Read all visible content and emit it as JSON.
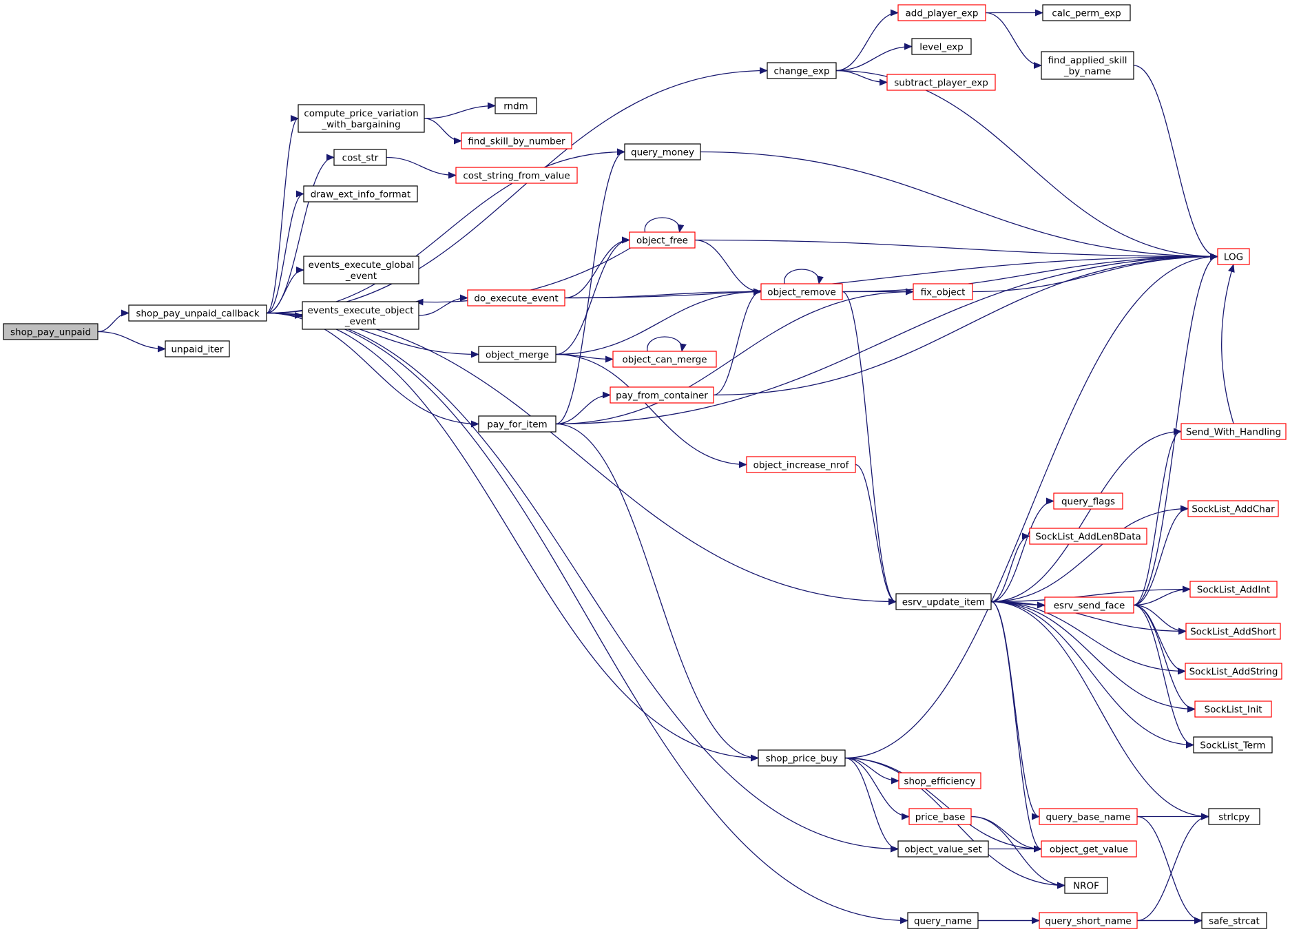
{
  "colors": {
    "edge": "#191970",
    "arrow": "#191970",
    "root_fill": "#bfbfbf",
    "border_default": "#000000",
    "border_truncated": "#ff0000",
    "text": "#000000",
    "background": "#ffffff"
  },
  "nodes": {
    "shop_pay_unpaid": {
      "lines": [
        "shop_pay_unpaid"
      ],
      "style": "root"
    },
    "shop_pay_unpaid_callback": {
      "lines": [
        "shop_pay_unpaid_callback"
      ],
      "style": "default"
    },
    "unpaid_iter": {
      "lines": [
        "unpaid_iter"
      ],
      "style": "default"
    },
    "compute_price_variation_with_bargaining": {
      "lines": [
        "compute_price_variation",
        "_with_bargaining"
      ],
      "style": "default"
    },
    "rndm": {
      "lines": [
        "rndm"
      ],
      "style": "default"
    },
    "find_skill_by_number": {
      "lines": [
        "find_skill_by_number"
      ],
      "style": "truncated"
    },
    "cost_str": {
      "lines": [
        "cost_str"
      ],
      "style": "default"
    },
    "cost_string_from_value": {
      "lines": [
        "cost_string_from_value"
      ],
      "style": "truncated"
    },
    "draw_ext_info_format": {
      "lines": [
        "draw_ext_info_format"
      ],
      "style": "default"
    },
    "events_execute_global_event": {
      "lines": [
        "events_execute_global",
        "_event"
      ],
      "style": "default"
    },
    "events_execute_object_event": {
      "lines": [
        "events_execute_object",
        "_event"
      ],
      "style": "default"
    },
    "do_execute_event": {
      "lines": [
        "do_execute_event"
      ],
      "style": "truncated"
    },
    "query_money": {
      "lines": [
        "query_money"
      ],
      "style": "default"
    },
    "object_free": {
      "lines": [
        "object_free"
      ],
      "style": "truncated"
    },
    "object_merge": {
      "lines": [
        "object_merge"
      ],
      "style": "default"
    },
    "object_can_merge": {
      "lines": [
        "object_can_merge"
      ],
      "style": "truncated"
    },
    "pay_from_container": {
      "lines": [
        "pay_from_container"
      ],
      "style": "truncated"
    },
    "pay_for_item": {
      "lines": [
        "pay_for_item"
      ],
      "style": "default"
    },
    "object_increase_nrof": {
      "lines": [
        "object_increase_nrof"
      ],
      "style": "truncated"
    },
    "change_exp": {
      "lines": [
        "change_exp"
      ],
      "style": "default"
    },
    "add_player_exp": {
      "lines": [
        "add_player_exp"
      ],
      "style": "truncated"
    },
    "level_exp": {
      "lines": [
        "level_exp"
      ],
      "style": "default"
    },
    "subtract_player_exp": {
      "lines": [
        "subtract_player_exp"
      ],
      "style": "truncated"
    },
    "calc_perm_exp": {
      "lines": [
        "calc_perm_exp"
      ],
      "style": "default"
    },
    "find_applied_skill_by_name": {
      "lines": [
        "find_applied_skill",
        "_by_name"
      ],
      "style": "default"
    },
    "LOG": {
      "lines": [
        "LOG"
      ],
      "style": "truncated"
    },
    "object_remove": {
      "lines": [
        "object_remove"
      ],
      "style": "truncated"
    },
    "fix_object": {
      "lines": [
        "fix_object"
      ],
      "style": "truncated"
    },
    "esrv_update_item": {
      "lines": [
        "esrv_update_item"
      ],
      "style": "default"
    },
    "query_flags": {
      "lines": [
        "query_flags"
      ],
      "style": "truncated"
    },
    "SockList_AddLen8Data": {
      "lines": [
        "SockList_AddLen8Data"
      ],
      "style": "truncated"
    },
    "esrv_send_face": {
      "lines": [
        "esrv_send_face"
      ],
      "style": "truncated"
    },
    "Send_With_Handling": {
      "lines": [
        "Send_With_Handling"
      ],
      "style": "truncated"
    },
    "SockList_AddChar": {
      "lines": [
        "SockList_AddChar"
      ],
      "style": "truncated"
    },
    "SockList_AddInt": {
      "lines": [
        "SockList_AddInt"
      ],
      "style": "truncated"
    },
    "SockList_AddShort": {
      "lines": [
        "SockList_AddShort"
      ],
      "style": "truncated"
    },
    "SockList_AddString": {
      "lines": [
        "SockList_AddString"
      ],
      "style": "truncated"
    },
    "SockList_Init": {
      "lines": [
        "SockList_Init"
      ],
      "style": "truncated"
    },
    "SockList_Term": {
      "lines": [
        "SockList_Term"
      ],
      "style": "default"
    },
    "shop_price_buy": {
      "lines": [
        "shop_price_buy"
      ],
      "style": "default"
    },
    "shop_efficiency": {
      "lines": [
        "shop_efficiency"
      ],
      "style": "truncated"
    },
    "price_base": {
      "lines": [
        "price_base"
      ],
      "style": "truncated"
    },
    "object_value_set": {
      "lines": [
        "object_value_set"
      ],
      "style": "default"
    },
    "object_get_value": {
      "lines": [
        "object_get_value"
      ],
      "style": "truncated"
    },
    "NROF": {
      "lines": [
        "NROF"
      ],
      "style": "default"
    },
    "query_base_name": {
      "lines": [
        "query_base_name"
      ],
      "style": "truncated"
    },
    "strlcpy": {
      "lines": [
        "strlcpy"
      ],
      "style": "default"
    },
    "query_name": {
      "lines": [
        "query_name"
      ],
      "style": "default"
    },
    "query_short_name": {
      "lines": [
        "query_short_name"
      ],
      "style": "truncated"
    },
    "safe_strcat": {
      "lines": [
        "safe_strcat"
      ],
      "style": "default"
    }
  },
  "edges": [
    [
      "shop_pay_unpaid",
      "shop_pay_unpaid_callback"
    ],
    [
      "shop_pay_unpaid",
      "unpaid_iter"
    ],
    [
      "shop_pay_unpaid_callback",
      "change_exp"
    ],
    [
      "shop_pay_unpaid_callback",
      "compute_price_variation_with_bargaining"
    ],
    [
      "shop_pay_unpaid_callback",
      "cost_str"
    ],
    [
      "shop_pay_unpaid_callback",
      "draw_ext_info_format"
    ],
    [
      "shop_pay_unpaid_callback",
      "query_money"
    ],
    [
      "shop_pay_unpaid_callback",
      "events_execute_global_event"
    ],
    [
      "shop_pay_unpaid_callback",
      "events_execute_object_event"
    ],
    [
      "shop_pay_unpaid_callback",
      "object_merge"
    ],
    [
      "shop_pay_unpaid_callback",
      "pay_for_item"
    ],
    [
      "shop_pay_unpaid_callback",
      "esrv_update_item"
    ],
    [
      "shop_pay_unpaid_callback",
      "shop_price_buy"
    ],
    [
      "shop_pay_unpaid_callback",
      "object_value_set"
    ],
    [
      "shop_pay_unpaid_callback",
      "query_name"
    ],
    [
      "compute_price_variation_with_bargaining",
      "rndm"
    ],
    [
      "compute_price_variation_with_bargaining",
      "find_skill_by_number"
    ],
    [
      "cost_str",
      "cost_string_from_value"
    ],
    [
      "events_execute_object_event",
      "do_execute_event"
    ],
    [
      "do_execute_event",
      "LOG"
    ],
    [
      "do_execute_event",
      "object_free"
    ],
    [
      "do_execute_event",
      "object_remove"
    ],
    [
      "object_free",
      "events_execute_object_event"
    ],
    [
      "object_free",
      "object_free"
    ],
    [
      "object_free",
      "LOG"
    ],
    [
      "object_free",
      "object_remove"
    ],
    [
      "query_money",
      "LOG"
    ],
    [
      "object_merge",
      "object_free"
    ],
    [
      "object_merge",
      "object_remove"
    ],
    [
      "object_merge",
      "object_can_merge"
    ],
    [
      "object_merge",
      "object_increase_nrof"
    ],
    [
      "object_can_merge",
      "object_can_merge"
    ],
    [
      "pay_for_item",
      "query_money"
    ],
    [
      "pay_for_item",
      "pay_from_container"
    ],
    [
      "pay_for_item",
      "fix_object"
    ],
    [
      "pay_for_item",
      "LOG"
    ],
    [
      "pay_for_item",
      "shop_price_buy"
    ],
    [
      "pay_from_container",
      "object_remove"
    ],
    [
      "pay_from_container",
      "LOG"
    ],
    [
      "object_increase_nrof",
      "esrv_update_item"
    ],
    [
      "change_exp",
      "add_player_exp"
    ],
    [
      "change_exp",
      "level_exp"
    ],
    [
      "change_exp",
      "subtract_player_exp"
    ],
    [
      "change_exp",
      "LOG"
    ],
    [
      "add_player_exp",
      "calc_perm_exp"
    ],
    [
      "add_player_exp",
      "find_applied_skill_by_name"
    ],
    [
      "find_applied_skill_by_name",
      "LOG"
    ],
    [
      "object_remove",
      "object_remove"
    ],
    [
      "object_remove",
      "LOG"
    ],
    [
      "object_remove",
      "fix_object"
    ],
    [
      "object_remove",
      "esrv_update_item"
    ],
    [
      "fix_object",
      "LOG"
    ],
    [
      "esrv_update_item",
      "Send_With_Handling"
    ],
    [
      "esrv_update_item",
      "SockList_AddChar"
    ],
    [
      "esrv_update_item",
      "query_flags"
    ],
    [
      "esrv_update_item",
      "SockList_AddLen8Data"
    ],
    [
      "esrv_update_item",
      "SockList_AddInt"
    ],
    [
      "esrv_update_item",
      "esrv_send_face"
    ],
    [
      "esrv_update_item",
      "SockList_AddShort"
    ],
    [
      "esrv_update_item",
      "SockList_AddString"
    ],
    [
      "esrv_update_item",
      "SockList_Init"
    ],
    [
      "esrv_update_item",
      "SockList_Term"
    ],
    [
      "esrv_update_item",
      "strlcpy"
    ],
    [
      "esrv_update_item",
      "query_base_name"
    ],
    [
      "esrv_update_item",
      "object_get_value"
    ],
    [
      "esrv_send_face",
      "LOG"
    ],
    [
      "esrv_send_face",
      "Send_With_Handling"
    ],
    [
      "esrv_send_face",
      "SockList_AddChar"
    ],
    [
      "esrv_send_face",
      "SockList_AddInt"
    ],
    [
      "esrv_send_face",
      "SockList_AddShort"
    ],
    [
      "esrv_send_face",
      "SockList_AddString"
    ],
    [
      "esrv_send_face",
      "SockList_Init"
    ],
    [
      "esrv_send_face",
      "SockList_Term"
    ],
    [
      "Send_With_Handling",
      "LOG"
    ],
    [
      "shop_price_buy",
      "LOG"
    ],
    [
      "shop_price_buy",
      "object_get_value"
    ],
    [
      "shop_price_buy",
      "shop_efficiency"
    ],
    [
      "shop_price_buy",
      "price_base"
    ],
    [
      "shop_price_buy",
      "object_value_set"
    ],
    [
      "shop_price_buy",
      "NROF"
    ],
    [
      "price_base",
      "object_get_value"
    ],
    [
      "price_base",
      "NROF"
    ],
    [
      "object_value_set",
      "object_get_value"
    ],
    [
      "query_base_name",
      "strlcpy"
    ],
    [
      "query_base_name",
      "safe_strcat"
    ],
    [
      "query_name",
      "query_short_name"
    ],
    [
      "query_name",
      "safe_strcat"
    ],
    [
      "query_short_name",
      "strlcpy"
    ],
    [
      "query_short_name",
      "safe_strcat"
    ]
  ]
}
